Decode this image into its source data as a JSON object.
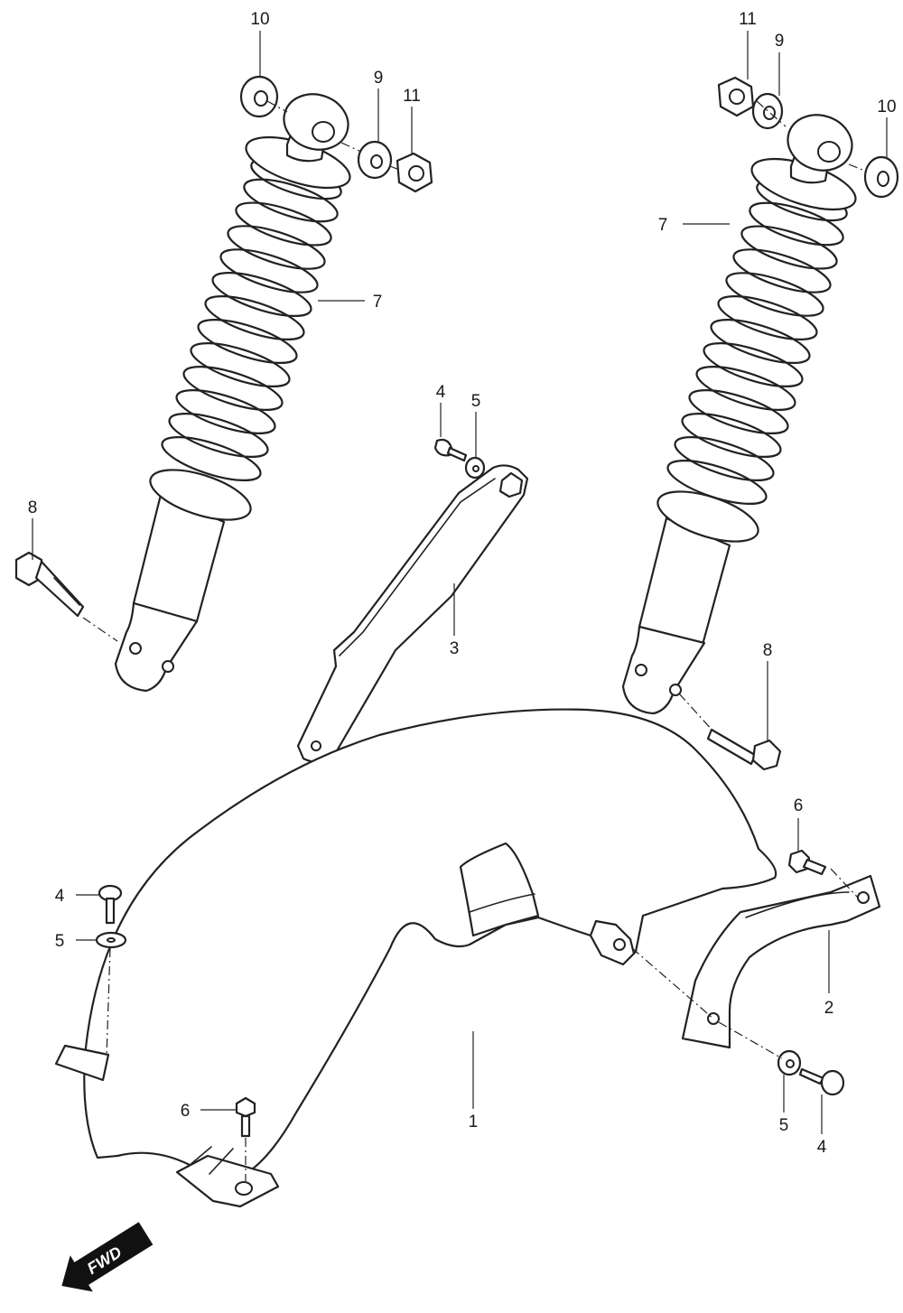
{
  "callouts": {
    "part_1": "1",
    "part_2": "2",
    "part_3": "3",
    "part_4_top": "4",
    "part_4_left": "4",
    "part_4_right": "4",
    "part_5_top": "5",
    "part_5_left": "5",
    "part_5_right": "5",
    "part_6_left": "6",
    "part_6_right": "6",
    "part_7_left": "7",
    "part_7_right": "7",
    "part_8_left": "8",
    "part_8_right": "8",
    "part_9_left": "9",
    "part_9_right": "9",
    "part_10_left": "10",
    "part_10_right": "10",
    "part_11_left": "11",
    "part_11_right": "11"
  },
  "direction_indicator": {
    "label": "FWD",
    "icon": "forward-arrow-icon"
  },
  "colors": {
    "line": "#222222",
    "background": "#ffffff"
  }
}
